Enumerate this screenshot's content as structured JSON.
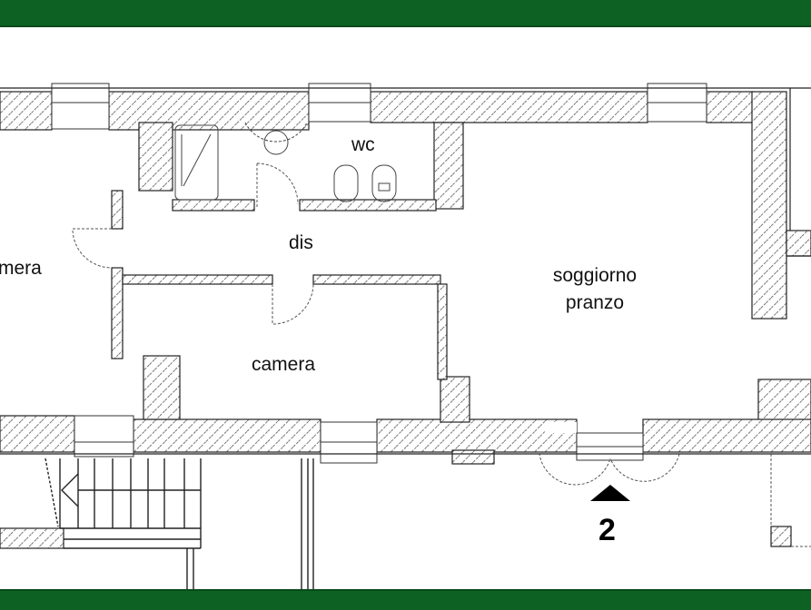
{
  "header": {
    "bar_color": "#0d6122"
  },
  "footer": {
    "bar_color": "#0d6122"
  },
  "plan": {
    "rooms": [
      {
        "id": "camera-left",
        "label": "mera"
      },
      {
        "id": "wc",
        "label": "wc"
      },
      {
        "id": "dis",
        "label": "dis"
      },
      {
        "id": "camera",
        "label": "camera"
      },
      {
        "id": "soggiorno",
        "label_line1": "soggiorno",
        "label_line2": "pranzo"
      }
    ],
    "entrance": {
      "number": "2",
      "marker": "triangle-up"
    },
    "wall_hatch_color": "#555555"
  }
}
